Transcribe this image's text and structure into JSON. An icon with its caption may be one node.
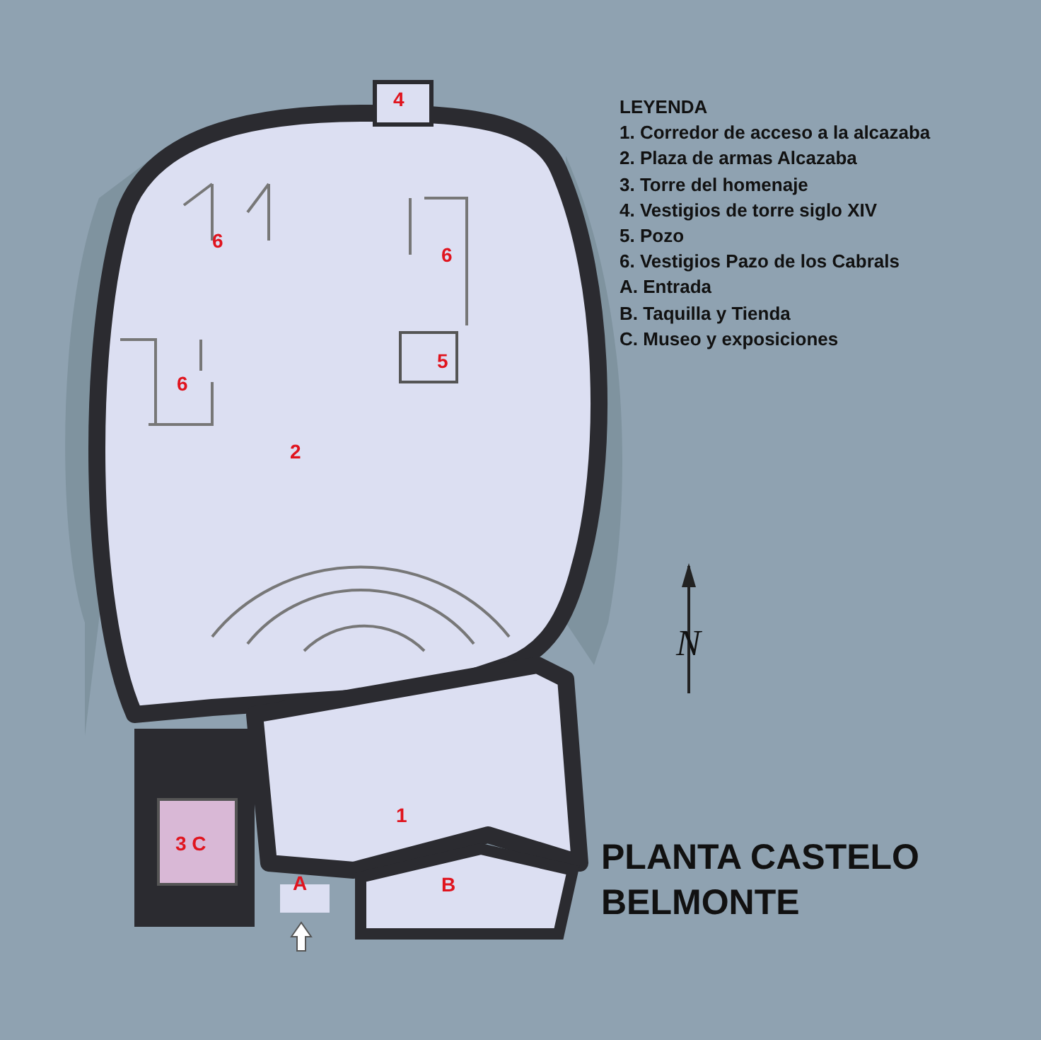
{
  "diagram": {
    "title": "PLANTA CASTELO BELMONTE",
    "labels": [
      "4",
      "6",
      "6",
      "5",
      "6",
      "2",
      "1",
      "3 C",
      "A",
      "B",
      "N",
      "LEYENDA",
      "1. Corredor de acceso a la alcazaba",
      "2. Plaza de armas Alcazaba",
      "3. Torre del homenaje",
      "4. Vestigios de torre siglo XIV",
      "5. Pozo",
      "6. Vestigios Pazo de los Cabrals",
      "A. Entrada",
      "B. Taquilla y Tienda",
      "C. Museo y exposiciones"
    ]
  }
}
